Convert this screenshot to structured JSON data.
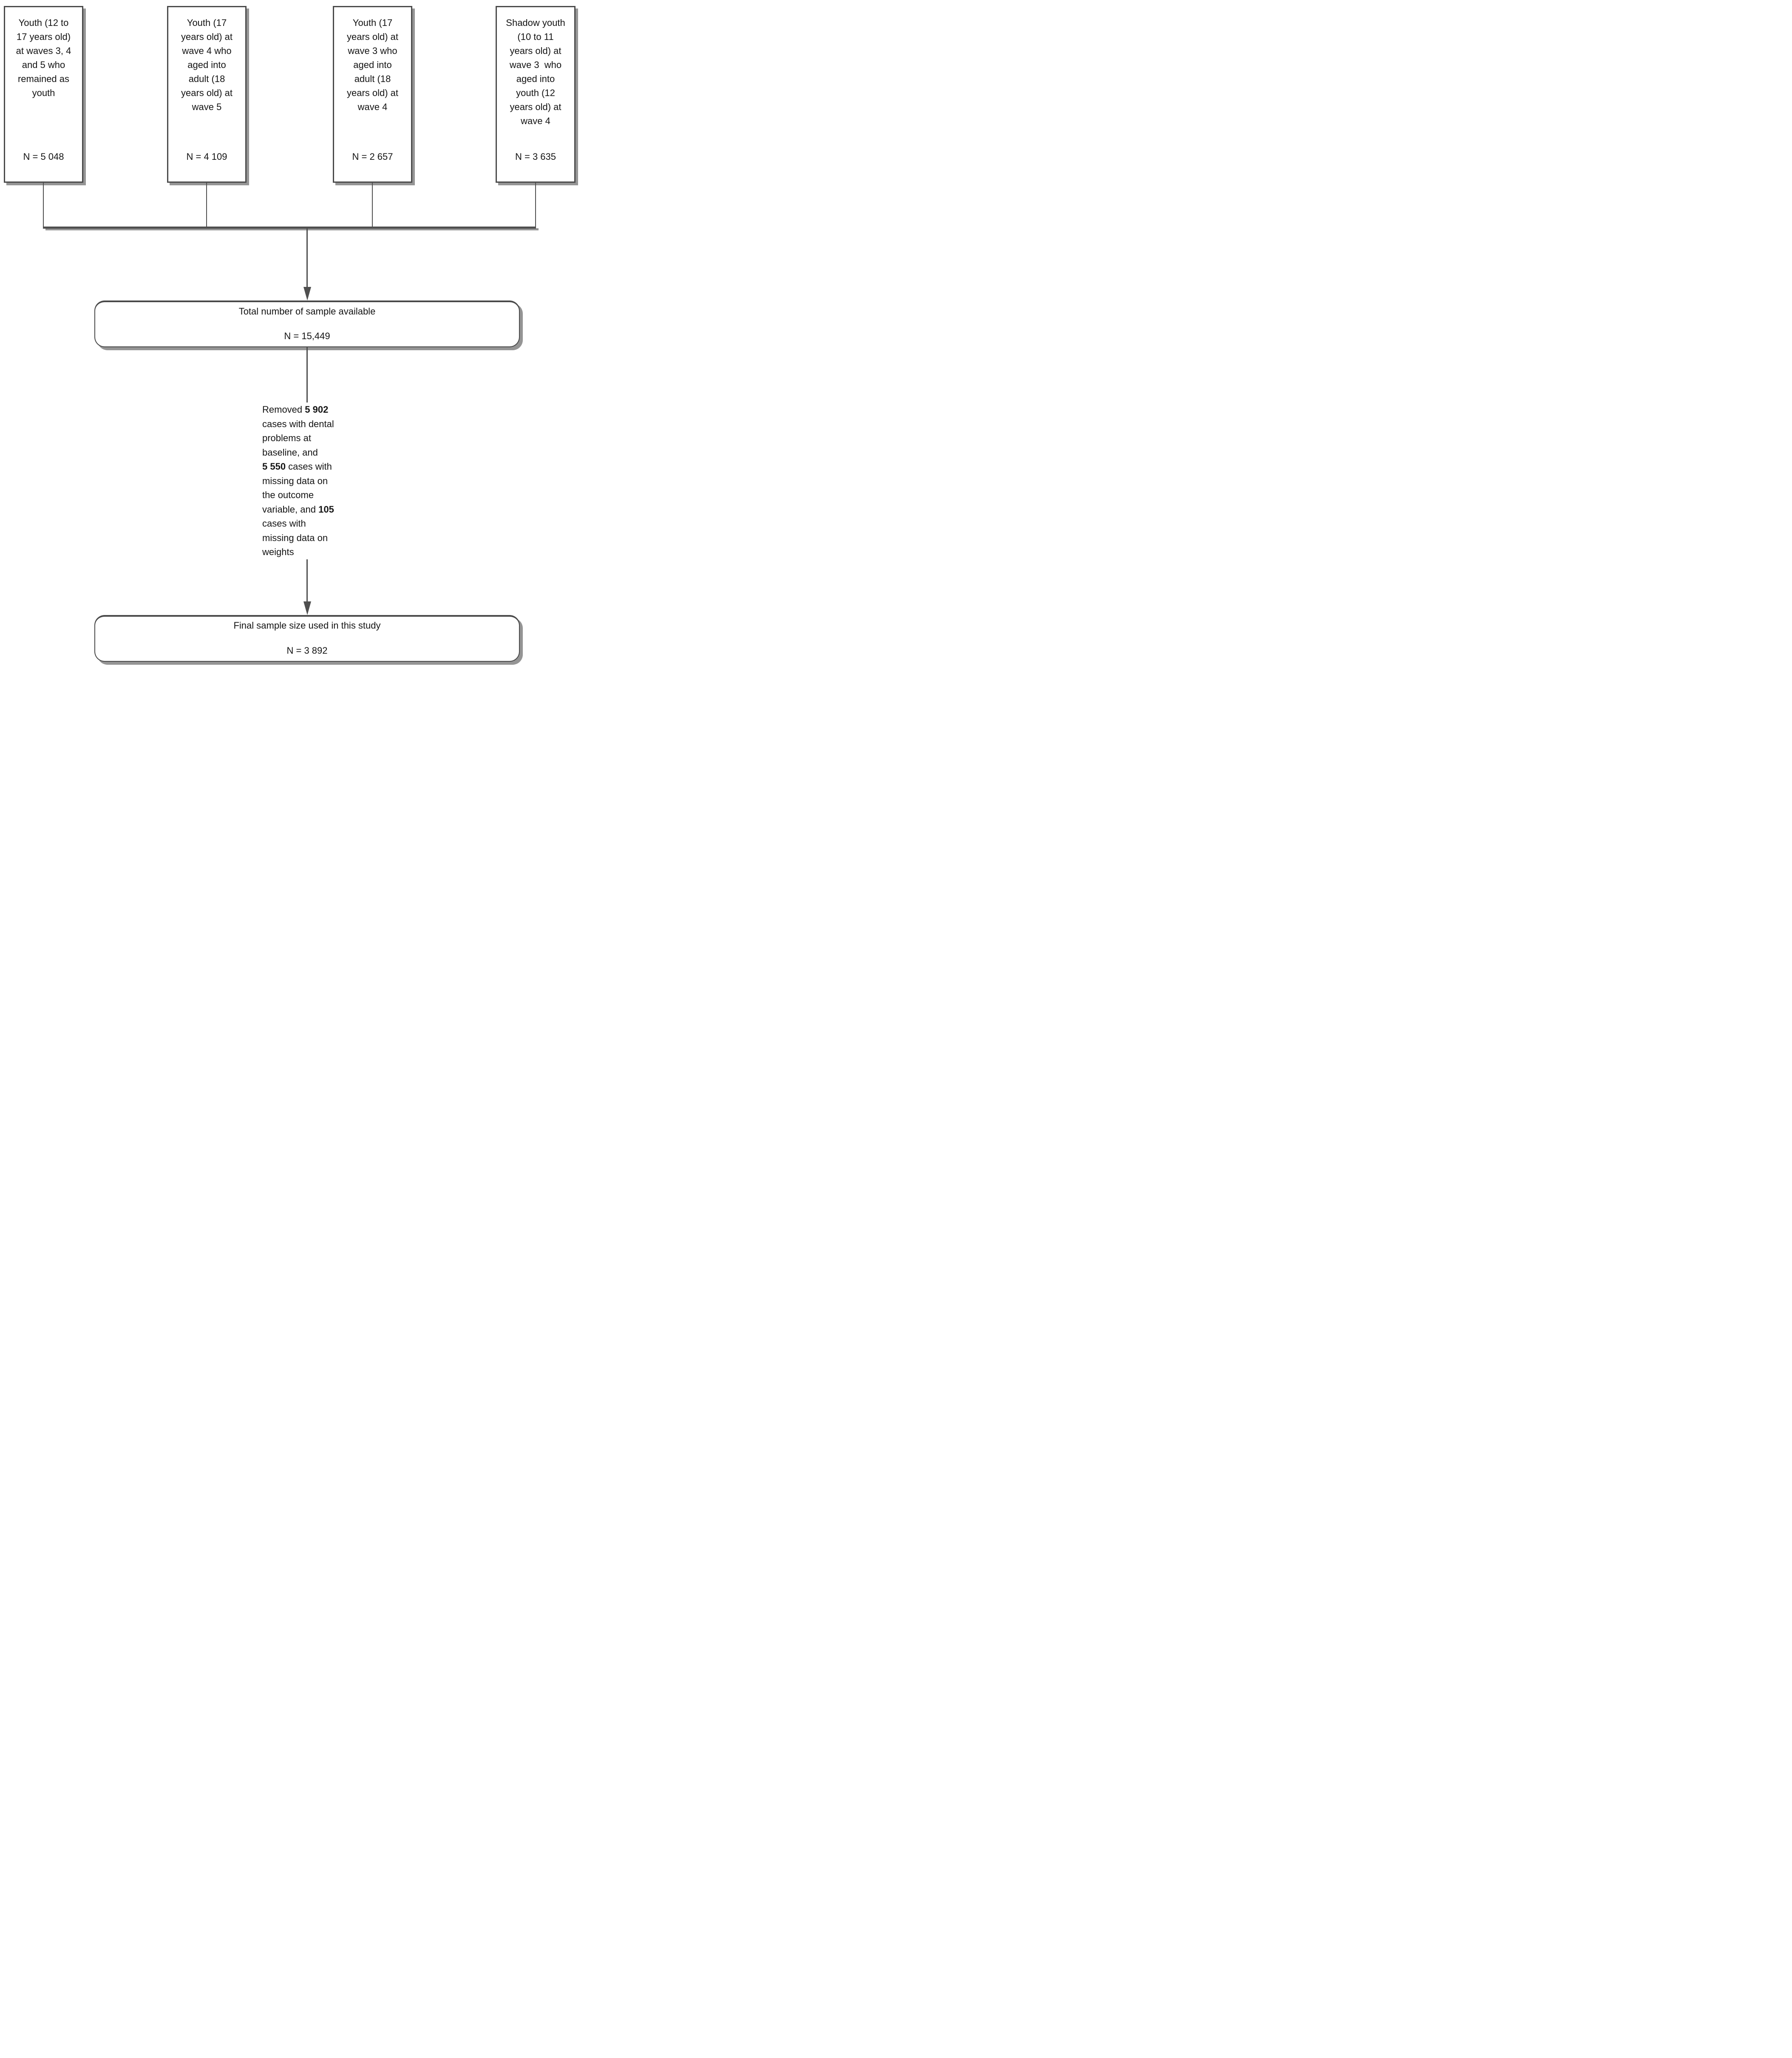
{
  "figure": {
    "cohort_boxes": [
      {
        "label": "Youth (12 to\n17 years old)\nat waves 3, 4\nand 5 who\nremained as\nyouth",
        "n": "N = 5 048"
      },
      {
        "label": "Youth (17\nyears old) at\nwave 4 who\naged into\nadult (18\nyears old) at\nwave 5",
        "n": "N = 4 109"
      },
      {
        "label": "Youth (17\nyears old) at\nwave 3 who\naged into\nadult (18\nyears old) at\nwave 4",
        "n": "N = 2 657"
      },
      {
        "label": "Shadow youth\n(10 to 11\nyears old) at\nwave 3  who\naged into\nyouth (12\nyears old) at\nwave 4",
        "n": "N = 3 635"
      }
    ],
    "total_box": {
      "title": "Total number of sample available",
      "n": "N = 15,449"
    },
    "exclusion_note": {
      "lines": [
        [
          {
            "t": "Removed "
          },
          {
            "t": "5 902",
            "b": true
          }
        ],
        [
          {
            "t": "cases with dental"
          }
        ],
        [
          {
            "t": "problems at"
          }
        ],
        [
          {
            "t": "baseline, and"
          }
        ],
        [
          {
            "t": "5 550",
            "b": true
          },
          {
            "t": " cases with"
          }
        ],
        [
          {
            "t": "missing data on"
          }
        ],
        [
          {
            "t": "the outcome"
          }
        ],
        [
          {
            "t": "variable, and "
          },
          {
            "t": "105",
            "b": true
          }
        ],
        [
          {
            "t": "cases with"
          }
        ],
        [
          {
            "t": "missing data on"
          }
        ],
        [
          {
            "t": "weights"
          }
        ]
      ]
    },
    "final_box": {
      "title": "Final sample size used in this study",
      "n": "N = 3 892"
    },
    "colors": {
      "line": "#4f4f4f",
      "border": "#4a4a4a",
      "shadow": "#959595",
      "text": "#141414",
      "bg": "#ffffff"
    }
  }
}
